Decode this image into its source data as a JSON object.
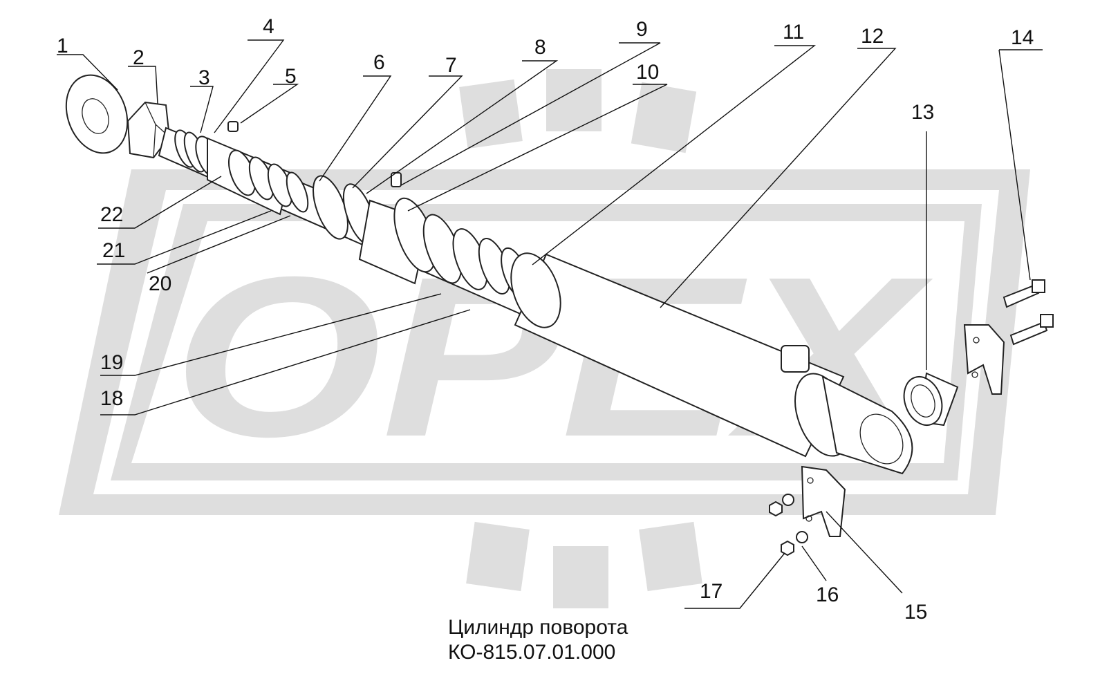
{
  "watermark": {
    "text": "OPEX",
    "color": "#dedede"
  },
  "caption": {
    "line1": "Цилиндр поворота",
    "line2": "КО-815.07.01.000"
  },
  "callouts": [
    {
      "n": "1"
    },
    {
      "n": "2"
    },
    {
      "n": "3"
    },
    {
      "n": "4"
    },
    {
      "n": "5"
    },
    {
      "n": "6"
    },
    {
      "n": "7"
    },
    {
      "n": "8"
    },
    {
      "n": "9"
    },
    {
      "n": "10"
    },
    {
      "n": "11"
    },
    {
      "n": "12"
    },
    {
      "n": "13"
    },
    {
      "n": "14"
    },
    {
      "n": "15"
    },
    {
      "n": "16"
    },
    {
      "n": "17"
    },
    {
      "n": "18"
    },
    {
      "n": "19"
    },
    {
      "n": "20"
    },
    {
      "n": "21"
    },
    {
      "n": "22"
    }
  ]
}
